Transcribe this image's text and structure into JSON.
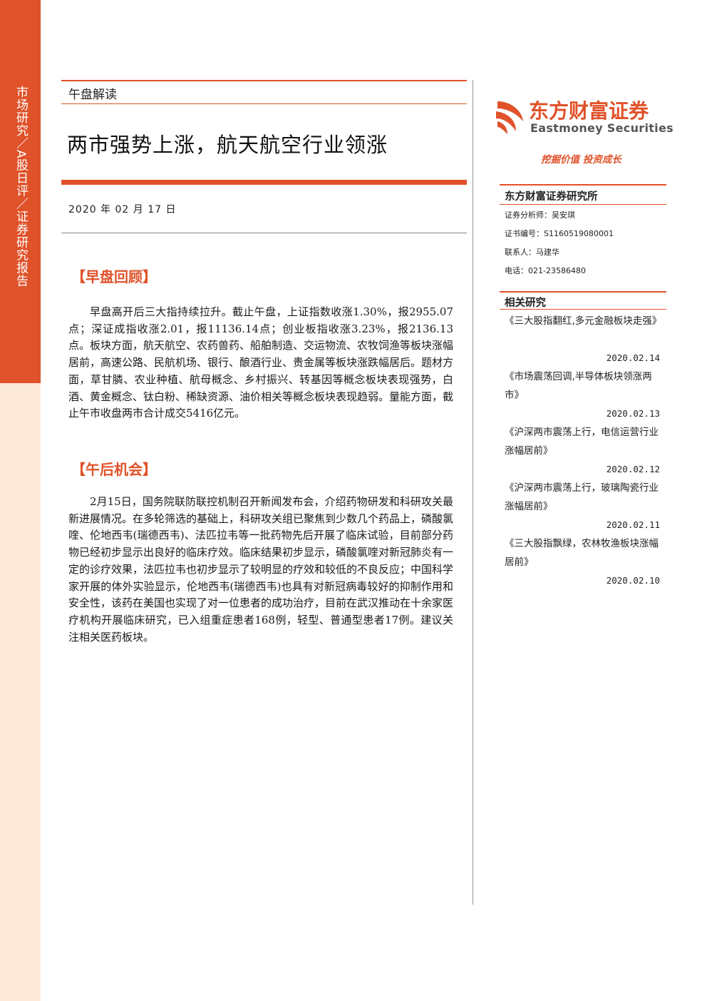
{
  "sidebar": {
    "label": "市场研究／A股日评／证券研究报告"
  },
  "header": {
    "section_type": "午盘解读",
    "title": "两市强势上涨，航天航空行业领涨",
    "date": "2020 年 02 月 17 日"
  },
  "logo": {
    "name_cn": "东方财富证券",
    "name_en": "Eastmoney Securities",
    "slogan": "挖掘价值 投资成长",
    "brand_color": "#e0522a"
  },
  "institute": {
    "name": "东方财富证券研究所",
    "analyst": "证券分析师：吴安琪",
    "cert": "证书编号：S1160519080001",
    "contact": "联系人：马建华",
    "phone": "电话：021-23586480"
  },
  "related": {
    "heading": "相关研究",
    "items": [
      {
        "title": "《三大股指翻红,多元金融板块走强》",
        "date": "2020.02.14"
      },
      {
        "title": "《市场震荡回调,半导体板块领涨两市》",
        "date": "2020.02.13"
      },
      {
        "title": "《沪深两市震荡上行，电信运营行业涨幅居前》",
        "date": "2020.02.12"
      },
      {
        "title": "《沪深两市震荡上行，玻璃陶瓷行业涨幅居前》",
        "date": "2020.02.11"
      },
      {
        "title": "《三大股指飘绿，农林牧渔板块涨幅居前》",
        "date": "2020.02.10"
      }
    ]
  },
  "morning": {
    "heading": "【早盘回顾】",
    "text": "早盘高开后三大指持续拉升。截止午盘，上证指数收涨1.30%，报2955.07点；深证成指收涨2.01，报11136.14点；创业板指收涨3.23%，报2136.13点。板块方面，航天航空、农药兽药、船舶制造、交运物流、农牧饲渔等板块涨幅居前，高速公路、民航机场、银行、酿酒行业、贵金属等板块涨跌幅居后。题材方面，草甘膦、农业种植、航母概念、乡村振兴、转基因等概念板块表现强势，白酒、黄金概念、钛白粉、稀缺资源、油价相关等概念板块表现趋弱。量能方面，截止午市收盘两市合计成交5416亿元。"
  },
  "afternoon": {
    "heading": "【午后机会】",
    "text": "2月15日，国务院联防联控机制召开新闻发布会，介绍药物研发和科研攻关最新进展情况。在多轮筛选的基础上，科研攻关组已聚焦到少数几个药品上，磷酸氯喹、伦地西韦(瑞德西韦)、法匹拉韦等一批药物先后开展了临床试验，目前部分药物已经初步显示出良好的临床疗效。临床结果初步显示，磷酸氯喹对新冠肺炎有一定的诊疗效果，法匹拉韦也初步显示了较明显的疗效和较低的不良反应；中国科学家开展的体外实验显示，伦地西韦(瑞德西韦)也具有对新冠病毒较好的抑制作用和安全性，该药在美国也实现了对一位患者的成功治疗，目前在武汉推动在十余家医疗机构开展临床研究，已入组重症患者168例，轻型、普通型患者17例。建议关注相关医药板块。"
  }
}
